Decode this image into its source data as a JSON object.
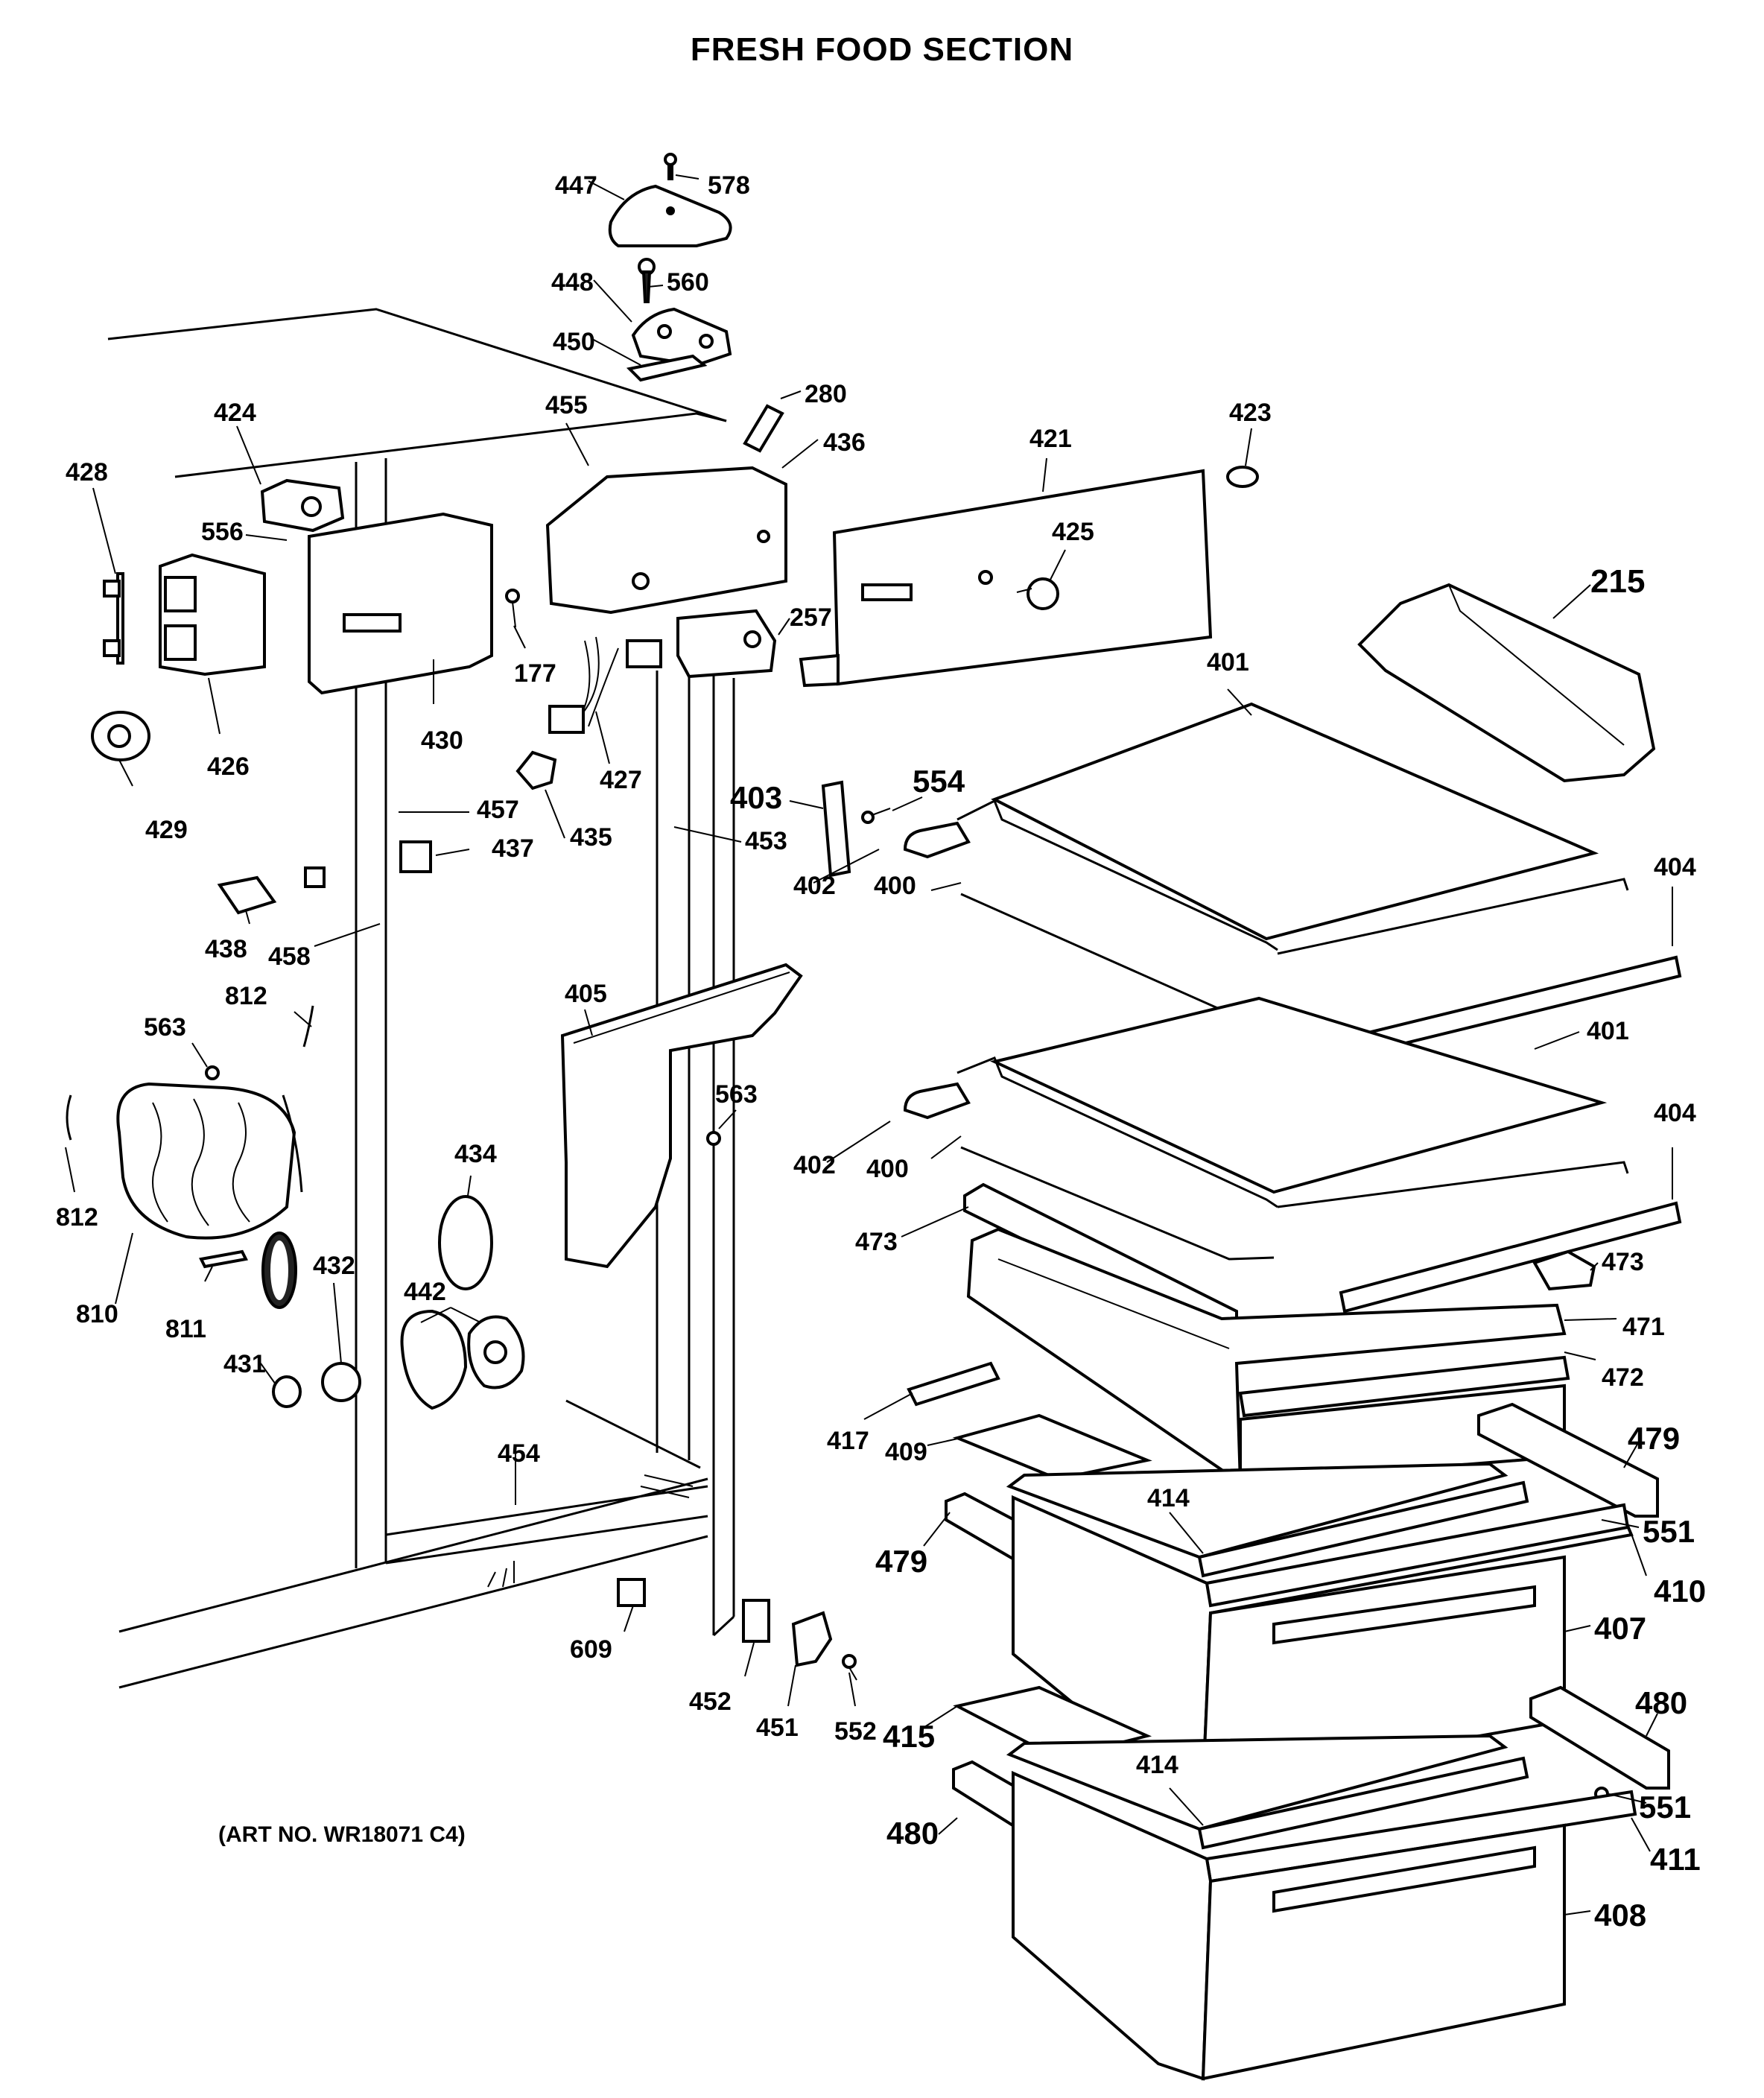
{
  "title": "FRESH FOOD SECTION",
  "art_number": "(ART NO. WR18071 C4)",
  "callouts": [
    "447",
    "578",
    "448",
    "560",
    "450",
    "280",
    "455",
    "436",
    "424",
    "428",
    "556",
    "426",
    "430",
    "177",
    "429",
    "421",
    "423",
    "425",
    "257",
    "215",
    "401",
    "427",
    "457",
    "437",
    "435",
    "453",
    "403",
    "554",
    "402",
    "400",
    "404",
    "438",
    "458",
    "812",
    "563",
    "405",
    "563",
    "401",
    "402",
    "400",
    "404",
    "810",
    "812",
    "434",
    "811",
    "432",
    "442",
    "431",
    "473",
    "473",
    "471",
    "472",
    "417",
    "409",
    "479",
    "454",
    "414",
    "551",
    "479",
    "410",
    "407",
    "609",
    "452",
    "451",
    "552",
    "415",
    "480",
    "414",
    "551",
    "480",
    "411",
    "408"
  ]
}
